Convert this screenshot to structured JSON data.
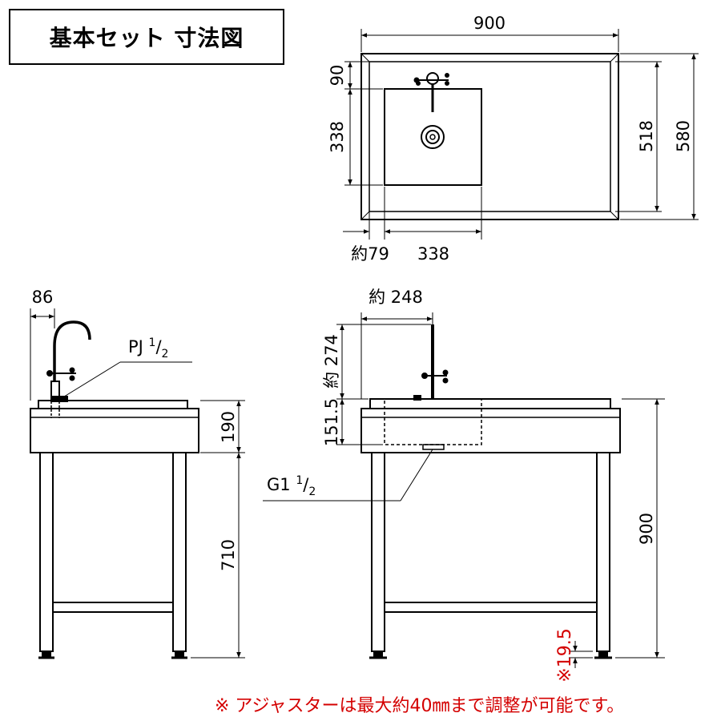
{
  "title": "基本セット 寸法図",
  "note": "※ アジャスターは最大約40㎜まで調整が可能です。",
  "top_view": {
    "width": "900",
    "depth_outer": "580",
    "depth_inner": "518",
    "offset_back": "90",
    "bowl_depth": "338",
    "offset_left": "約79",
    "bowl_width": "338"
  },
  "side_view": {
    "faucet_offset": "86",
    "faucet_connection": "PJ 1/2",
    "faucet_connection_main": "PJ ",
    "faucet_connection_num": "1",
    "faucet_connection_den": "2",
    "bowl_height": "190",
    "leg_height": "710"
  },
  "front_view": {
    "faucet_offset": "約 248",
    "faucet_height": "約 274",
    "bowl_depth": "151.5",
    "drain_connection": "G1 1/2",
    "drain_connection_main": "G1 ",
    "drain_connection_num": "1",
    "drain_connection_den": "2",
    "total_height": "900",
    "adjuster": "※19.5"
  }
}
